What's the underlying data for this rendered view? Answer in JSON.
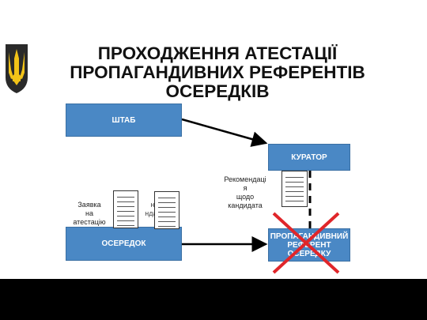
{
  "slide": {
    "title_lines": [
      "ПРОХОДЖЕННЯ АТЕСТАЦІЇ",
      "ПРОПАГАНДИВНИХ РЕФЕРЕНТІВ",
      "ОСЕРЕДКІВ"
    ]
  },
  "nodes": {
    "hq": "ШТАБ",
    "curator": "КУРАТОР",
    "cell": "ОСЕРЕДОК",
    "referent": "ПРОПАГАНДИВНИЙ РЕФЕРЕНТ ОСЕРЕДКУ"
  },
  "labels": {
    "application": "Заявка\nна\nатестацію",
    "rec_label": "Ос        ння\nре       ндації",
    "recommendation": "Рекомендаці\nя\nщодо\nкандидата"
  },
  "colors": {
    "box_fill": "#4a88c5",
    "cross": "#e0262a",
    "emblem": "#f2c318"
  },
  "icons": {
    "emblem": "tryzub-emblem",
    "cross": "red-x-cross"
  }
}
